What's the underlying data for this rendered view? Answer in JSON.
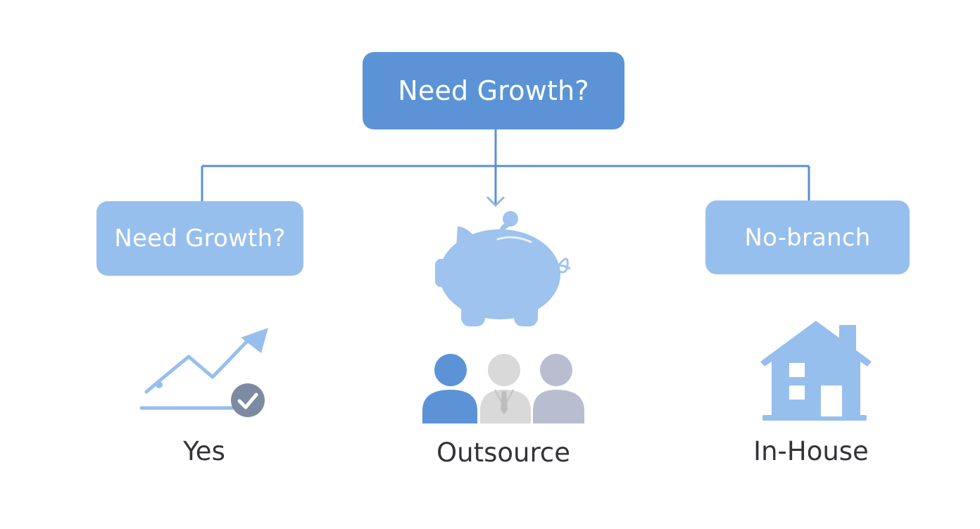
{
  "diagram": {
    "root": {
      "label": "Need Growth?"
    },
    "left_branch": {
      "box_label": "Need Growth?",
      "outcome_label": "Yes",
      "icon": "growth-chart-check-icon"
    },
    "center_branch": {
      "outcome_label": "Outsource",
      "icons": [
        "piggy-bank-icon",
        "team-people-icon"
      ]
    },
    "right_branch": {
      "box_label": "No-branch",
      "outcome_label": "In-House",
      "icon": "house-icon"
    },
    "colors": {
      "primary": "#5b93d6",
      "light": "#97bfed",
      "connector": "#5b8fd4",
      "text_dark": "#333438",
      "grey_person": "#d9d9d9",
      "slate_person": "#b8bed0",
      "check_badge": "#7d8aa2"
    }
  }
}
